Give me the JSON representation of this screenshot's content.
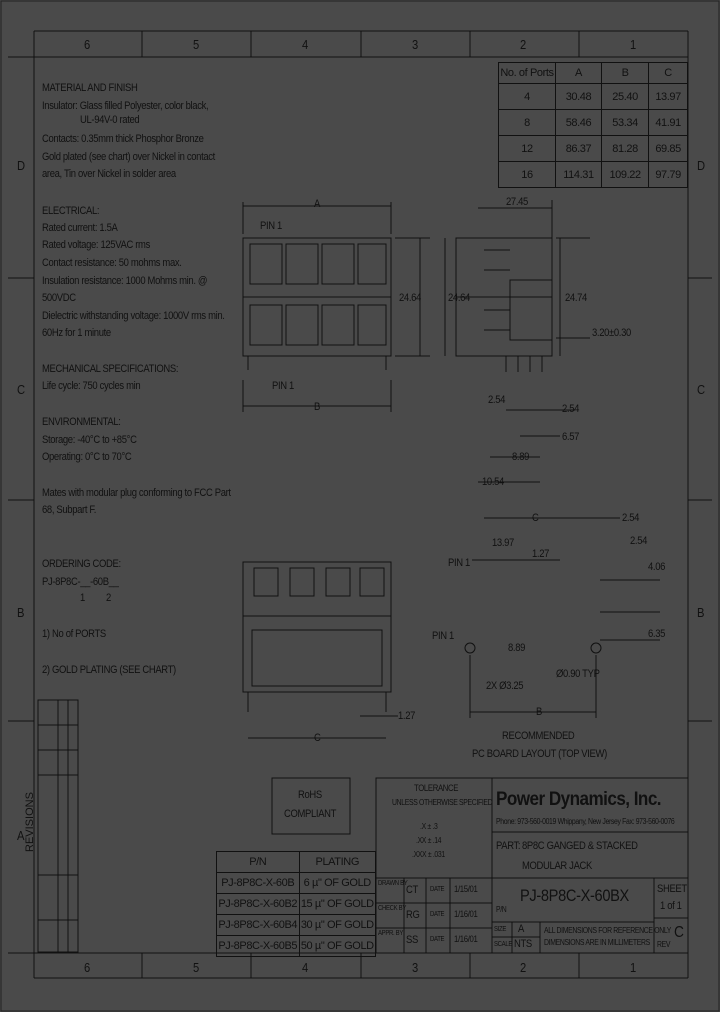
{
  "zones_top": [
    "6",
    "5",
    "4",
    "3",
    "2",
    "1"
  ],
  "zones_bottom": [
    "6",
    "5",
    "4",
    "3",
    "2",
    "1"
  ],
  "zones_side": [
    "D",
    "C",
    "B",
    "A"
  ],
  "material": {
    "heading": "MATERIAL AND FINISH",
    "lines": [
      "Insulator: Glass filled Polyester, color black,",
      "UL-94V-0 rated",
      "Contacts: 0.35mm thick Phosphor Bronze",
      "Gold plated (see chart) over Nickel in contact",
      "area, Tin over Nickel in solder area"
    ]
  },
  "electrical": {
    "heading": "ELECTRICAL:",
    "lines": [
      "Rated current: 1.5A",
      "Rated voltage: 125VAC rms",
      "Contact resistance: 50 mohms max.",
      "Insulation resistance: 1000 Mohms min. @",
      "500VDC",
      "Dielectric withstanding voltage: 1000V rms min.",
      "60Hz for 1 minute"
    ]
  },
  "mechanical": {
    "heading": "MECHANICAL SPECIFICATIONS:",
    "lines": [
      "Life cycle: 750 cycles min"
    ]
  },
  "environmental": {
    "heading": "ENVIRONMENTAL:",
    "lines": [
      "Storage: -40°C to +85°C",
      "Operating: 0°C to 70°C"
    ]
  },
  "mates": [
    "Mates with modular plug conforming to FCC Part",
    "68, Subpart F."
  ],
  "ordering": {
    "heading": "ORDERING CODE:",
    "code": "PJ-8P8C-__-60B__",
    "marks": [
      "1",
      "2"
    ],
    "note1": "1)  No of PORTS",
    "note2": "2)  GOLD PLATING (SEE CHART)"
  },
  "ports_table": {
    "headers": [
      "No. of Ports",
      "A",
      "B",
      "C"
    ],
    "rows": [
      [
        "4",
        "30.48",
        "25.40",
        "13.97"
      ],
      [
        "8",
        "58.46",
        "53.34",
        "41.91"
      ],
      [
        "12",
        "86.37",
        "81.28",
        "69.85"
      ],
      [
        "16",
        "114.31",
        "109.22",
        "97.79"
      ]
    ]
  },
  "dims": {
    "A": "A",
    "B": "B",
    "C": "C",
    "pin1_top": "PIN 1",
    "pin1_bot": "PIN 1",
    "h1": "24.64",
    "h2": "24.64",
    "h3": "24.74",
    "w1": "27.45",
    "d320": "3.20±0.30",
    "d254a": "2.54",
    "d254b": "2.54",
    "d657": "6.57",
    "d889": "8.89",
    "d1054": "10.54",
    "pcb_c": "C",
    "pcb_254a": "2.54",
    "pcb_254b": "2.54",
    "pcb_1397": "13.97",
    "pcb_127": "1.27",
    "pcb_406": "4.06",
    "pcb_pin1a": "PIN 1",
    "pcb_pin1b": "PIN 1",
    "pcb_635": "6.35",
    "pcb_889": "8.89",
    "pcb_090": "Ø0.90 TYP",
    "pcb_2x": "2X Ø3.25",
    "pcb_b": "B",
    "bottom_127": "1.27",
    "bottom_c": "C"
  },
  "pcb_caption": [
    "RECOMMENDED",
    "PC BOARD LAYOUT (TOP VIEW)"
  ],
  "rohs": [
    "RoHS",
    "COMPLIANT"
  ],
  "plating_table": {
    "headers": [
      "P/N",
      "PLATING"
    ],
    "rows": [
      [
        "PJ-8P8C-X-60B",
        "6 µ\" OF GOLD"
      ],
      [
        "PJ-8P8C-X-60B2",
        "15 µ\" OF GOLD"
      ],
      [
        "PJ-8P8C-X-60B4",
        "30 µ\" OF GOLD"
      ],
      [
        "PJ-8P8C-X-60B5",
        "50 µ\" OF GOLD"
      ]
    ]
  },
  "title_block": {
    "tolerance": "TOLERANCE",
    "unless": "UNLESS OTHERWISE SPECIFIED",
    "tol_lines": [
      ".X   ±   .3",
      ".XX  ±   .14",
      ".XXX ±  .031"
    ],
    "company": "Power Dynamics, Inc.",
    "contact": "Phone: 973-560-0019    Whippany, New Jersey    Fax: 973-560-0076",
    "part_label": "PART:",
    "part": "8P8C GANGED & STACKED",
    "part2": "MODULAR JACK",
    "pn_label": "P/N",
    "pn": "PJ-8P8C-X-60BX",
    "sheet_label": "SHEET",
    "sheet": "1 of 1",
    "rev_label": "REV",
    "rev": "C",
    "drawn": "DRAWN BY",
    "drawn_by": "CT",
    "date1_label": "DATE",
    "date1": "1/15/01",
    "check": "CHECK BY",
    "check_by": "RG",
    "date2_label": "DATE",
    "date2": "1/16/01",
    "appr": "APPR. BY",
    "appr_by": "SS",
    "date3_label": "DATE",
    "date3": "1/16/01",
    "size_label": "SIZE",
    "size": "A",
    "scale_label": "SCALE",
    "scale": "NTS",
    "note": [
      "ALL DIMENSIONS FOR REFERENCE ONLY",
      "DIMENSIONS ARE IN MILLIMETERS"
    ]
  },
  "revisions_label": "REVISIONS"
}
